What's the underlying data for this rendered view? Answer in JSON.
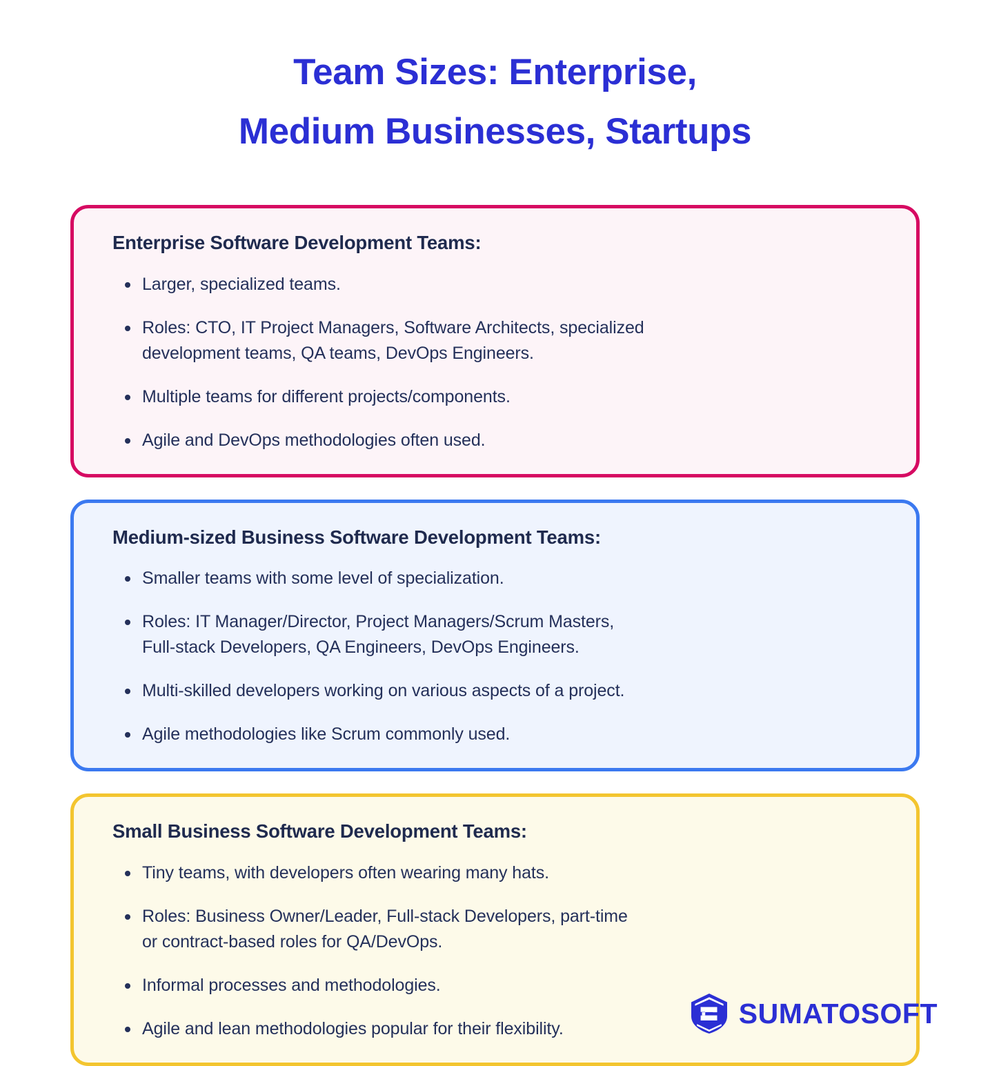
{
  "title": {
    "line1": "Team Sizes: Enterprise,",
    "line2": "Medium Businesses, Startups",
    "color": "#2b2fd4"
  },
  "cards": [
    {
      "id": "enterprise",
      "heading": "Enterprise Software Development Teams:",
      "border_color": "#d60a62",
      "fill_color": "#fdf4f8",
      "bullets": [
        {
          "line1": "Larger, specialized teams.",
          "line2": ""
        },
        {
          "line1": "Roles: CTO, IT Project Managers, Software Architects, specialized",
          "line2": "development teams, QA teams, DevOps Engineers."
        },
        {
          "line1": "Multiple teams for different projects/components.",
          "line2": ""
        },
        {
          "line1": "Agile and DevOps methodologies often used.",
          "line2": ""
        }
      ]
    },
    {
      "id": "medium",
      "heading": "Medium-sized Business Software Development Teams:",
      "border_color": "#3b79f0",
      "fill_color": "#eff4fe",
      "bullets": [
        {
          "line1": "Smaller teams with some level of specialization.",
          "line2": ""
        },
        {
          "line1": "Roles: IT Manager/Director, Project Managers/Scrum Masters,",
          "line2": "Full-stack Developers, QA Engineers, DevOps Engineers."
        },
        {
          "line1": "Multi-skilled developers working on various aspects of a project.",
          "line2": ""
        },
        {
          "line1": "Agile methodologies like Scrum commonly used.",
          "line2": ""
        }
      ]
    },
    {
      "id": "small",
      "heading": "Small Business Software Development Teams:",
      "border_color": "#f3c52f",
      "fill_color": "#fdfae9",
      "bullets": [
        {
          "line1": "Tiny teams, with developers often wearing many hats.",
          "line2": ""
        },
        {
          "line1": "Roles: Business Owner/Leader, Full-stack Developers, part-time",
          "line2": "or contract-based roles for QA/DevOps."
        },
        {
          "line1": "Informal processes and methodologies.",
          "line2": ""
        },
        {
          "line1": "Agile and lean methodologies popular for their flexibility.",
          "line2": ""
        }
      ]
    }
  ],
  "logo": {
    "icon": "sumatosoft-shield-icon",
    "text": "SUMATOSOFT",
    "color": "#2b2fd4"
  }
}
